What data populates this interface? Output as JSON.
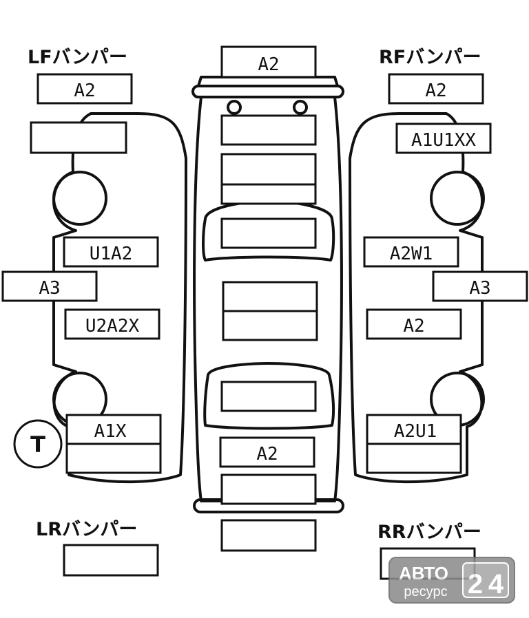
{
  "bumpers": {
    "lf_title": "LFバンパー",
    "rf_title": "RFバンパー",
    "lr_title": "LRバンパー",
    "rr_title": "RRバンパー",
    "lf_grade": "A2",
    "rf_grade": "A2",
    "lr_grade": "",
    "rr_grade": ""
  },
  "body": {
    "front_bumper": "A2",
    "hood_upper": "",
    "hood_lower": "",
    "windshield": "",
    "roof_front": "",
    "roof_rear": "",
    "rear_glass": "",
    "trunk": "A2",
    "rear_panel": "",
    "rear_bumper": ""
  },
  "left_side": {
    "fender": "",
    "front_door": "U1A2",
    "pillar": "A3",
    "rear_door": "U2A2X",
    "quarter": "A1X",
    "quarter_lower": "",
    "tire_marker": "T"
  },
  "right_side": {
    "fender": "A1U1XX",
    "front_door": "A2W1",
    "pillar": "A3",
    "rear_door": "A2",
    "quarter": "A2U1",
    "quarter_lower": ""
  },
  "watermark": {
    "line1": "АВТО",
    "line2": "ресурс",
    "number_a": "2",
    "number_b": "4"
  }
}
